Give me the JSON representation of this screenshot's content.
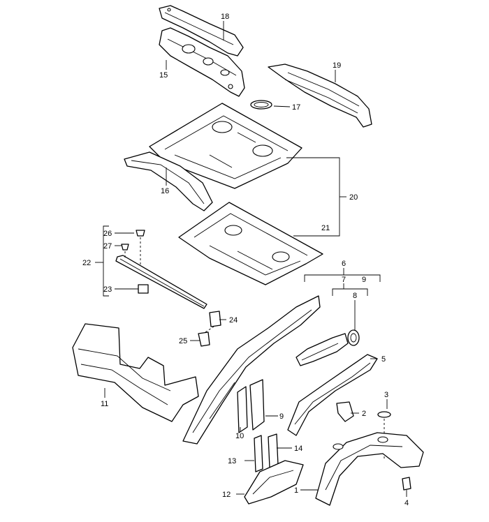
{
  "callouts": {
    "p1": "1",
    "p2": "2",
    "p3": "3",
    "p4": "4",
    "p5": "5",
    "p6": "6",
    "p7": "7",
    "p8": "8",
    "p9a": "9",
    "p9b": "9",
    "p10": "10",
    "p11": "11",
    "p12": "12",
    "p13": "13",
    "p14": "14",
    "p15": "15",
    "p16": "16",
    "p17": "17",
    "p18": "18",
    "p19": "19",
    "p20": "20",
    "p21": "21",
    "p22": "22",
    "p23": "23",
    "p24": "24",
    "p25": "25",
    "p26": "26",
    "p27": "27"
  }
}
